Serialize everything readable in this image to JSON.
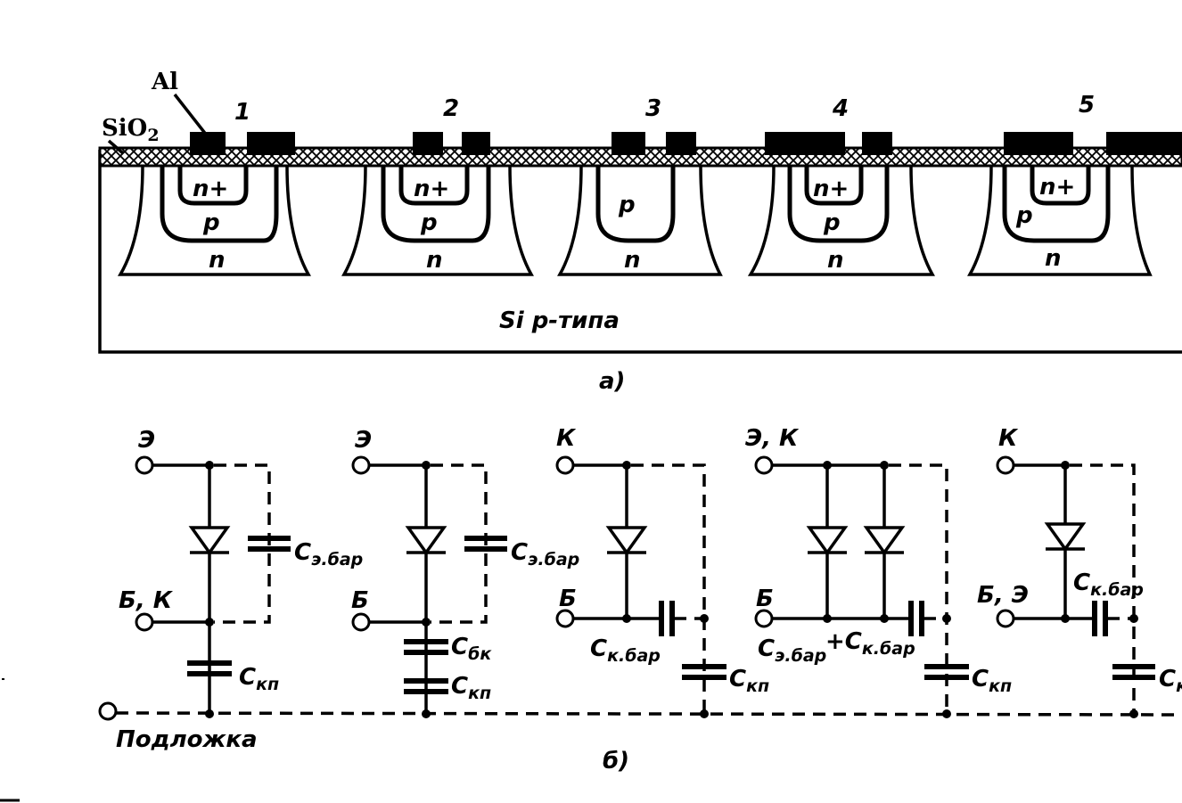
{
  "part_a": {
    "metal_label": "Al",
    "oxide_label": "SiO",
    "oxide_sub": "2",
    "substrate_label": "Si р-типа",
    "caption": "а)",
    "devices": [
      {
        "num": "1",
        "regions": [
          "n+",
          "р",
          "n"
        ]
      },
      {
        "num": "2",
        "regions": [
          "n+",
          "р",
          "n"
        ]
      },
      {
        "num": "3",
        "regions": [
          "р",
          "n"
        ]
      },
      {
        "num": "4",
        "regions": [
          "n+",
          "р",
          "n"
        ]
      },
      {
        "num": "5",
        "regions": [
          "n+",
          "р",
          "n"
        ]
      }
    ]
  },
  "part_b": {
    "caption": "б)",
    "substrate_label": "Подложка",
    "circuits": [
      {
        "top": "Э",
        "bottom": "Б, К",
        "caps": [
          {
            "main": "С",
            "sub": "э.бар"
          },
          {
            "main": "С",
            "sub": "кп"
          }
        ]
      },
      {
        "top": "Э",
        "bottom": "Б",
        "caps": [
          {
            "main": "С",
            "sub": "э.бар"
          },
          {
            "main": "С",
            "sub": "бк"
          },
          {
            "main": "С",
            "sub": "кп"
          }
        ]
      },
      {
        "top": "К",
        "bottom": "Б",
        "caps": [
          {
            "main": "С",
            "sub": "к.бар"
          },
          {
            "main": "С",
            "sub": "кп"
          }
        ]
      },
      {
        "top": "Э, К",
        "bottom": "Б",
        "caps": [
          {
            "main": "С",
            "sub": "э.бар"
          },
          {
            "main": "+С",
            "sub": "к.бар"
          },
          {
            "main": "С",
            "sub": "кп"
          }
        ]
      },
      {
        "top": "К",
        "bottom": "Б, Э",
        "caps": [
          {
            "main": "С",
            "sub": "к.бар"
          },
          {
            "main": "С",
            "sub": "к"
          }
        ]
      }
    ]
  }
}
